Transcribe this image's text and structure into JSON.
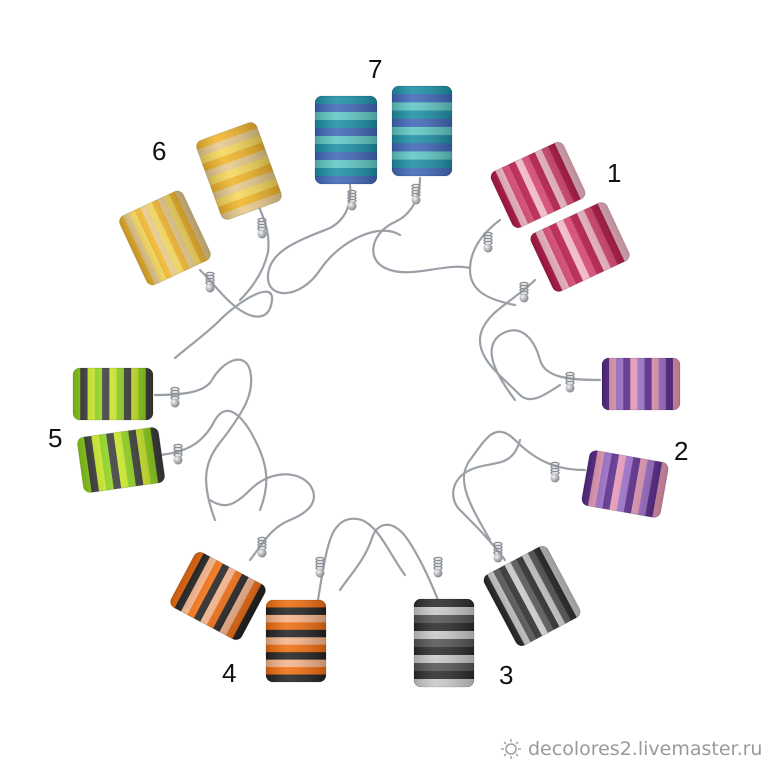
{
  "labels": {
    "n1": "1",
    "n2": "2",
    "n3": "3",
    "n4": "4",
    "n5": "5",
    "n6": "6",
    "n7": "7"
  },
  "watermark": {
    "text": "decolores2.livemaster.ru",
    "icon": "sun-logo-icon"
  },
  "pairs": [
    {
      "id": "1",
      "colors": [
        "#b5194a",
        "#f2b8c6",
        "#d9466f"
      ]
    },
    {
      "id": "2",
      "colors": [
        "#5a2a8a",
        "#e597b5",
        "#9b6fc8"
      ]
    },
    {
      "id": "3",
      "colors": [
        "#2b2b2b",
        "#c9c9c9",
        "#555555"
      ]
    },
    {
      "id": "4",
      "colors": [
        "#f06d10",
        "#222222",
        "#f6b48a"
      ]
    },
    {
      "id": "5",
      "colors": [
        "#8ed21c",
        "#3c3c3c",
        "#cdea2a"
      ]
    },
    {
      "id": "6",
      "colors": [
        "#f0b52a",
        "#e7c98a",
        "#f6d85a"
      ]
    },
    {
      "id": "7",
      "colors": [
        "#1d8fa5",
        "#3f67b8",
        "#5fc7c4"
      ]
    }
  ],
  "colors": {
    "background": "#ffffff",
    "wire": "#9aa0a6",
    "label": "#111111",
    "watermark": "#9a9a9a"
  }
}
